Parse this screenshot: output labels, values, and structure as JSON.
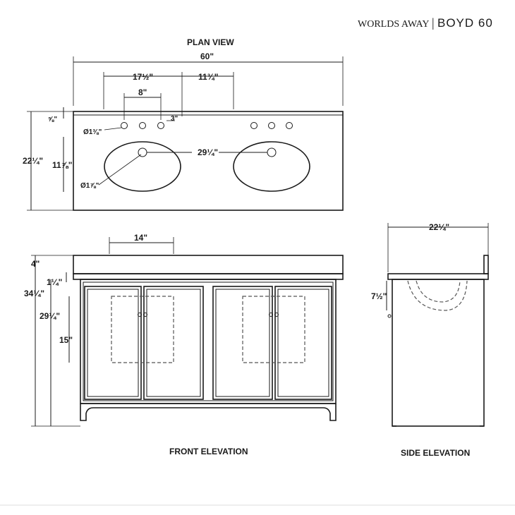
{
  "header": {
    "brand": "WORLDS AWAY",
    "separator": "|",
    "product": "BOYD 60"
  },
  "plan_view": {
    "title": "PLAN VIEW",
    "overall_width": "60\"",
    "sink_center_offset": "17½\"",
    "faucet_offset": "11¾\"",
    "faucet_spread": "8\"",
    "backsplash_depth": "⅝\"",
    "backsplash_gap": "3\"",
    "faucet_hole_dia": "Ø1⅜\"",
    "drain_dia": "Ø1⅞\"",
    "sink_spacing": "29¼\"",
    "overall_depth": "22¼\"",
    "sink_depth": "11⅞\""
  },
  "front_elevation": {
    "title": "FRONT ELEVATION",
    "backsplash_width": "14\"",
    "backsplash_height": "4\"",
    "top_thickness": "1¼\"",
    "overall_height": "34¼\"",
    "cabinet_height": "29¼\"",
    "basin_height": "15\""
  },
  "side_elevation": {
    "title": "SIDE ELEVATION",
    "depth": "22¼\"",
    "basin_depth": "7½\""
  }
}
